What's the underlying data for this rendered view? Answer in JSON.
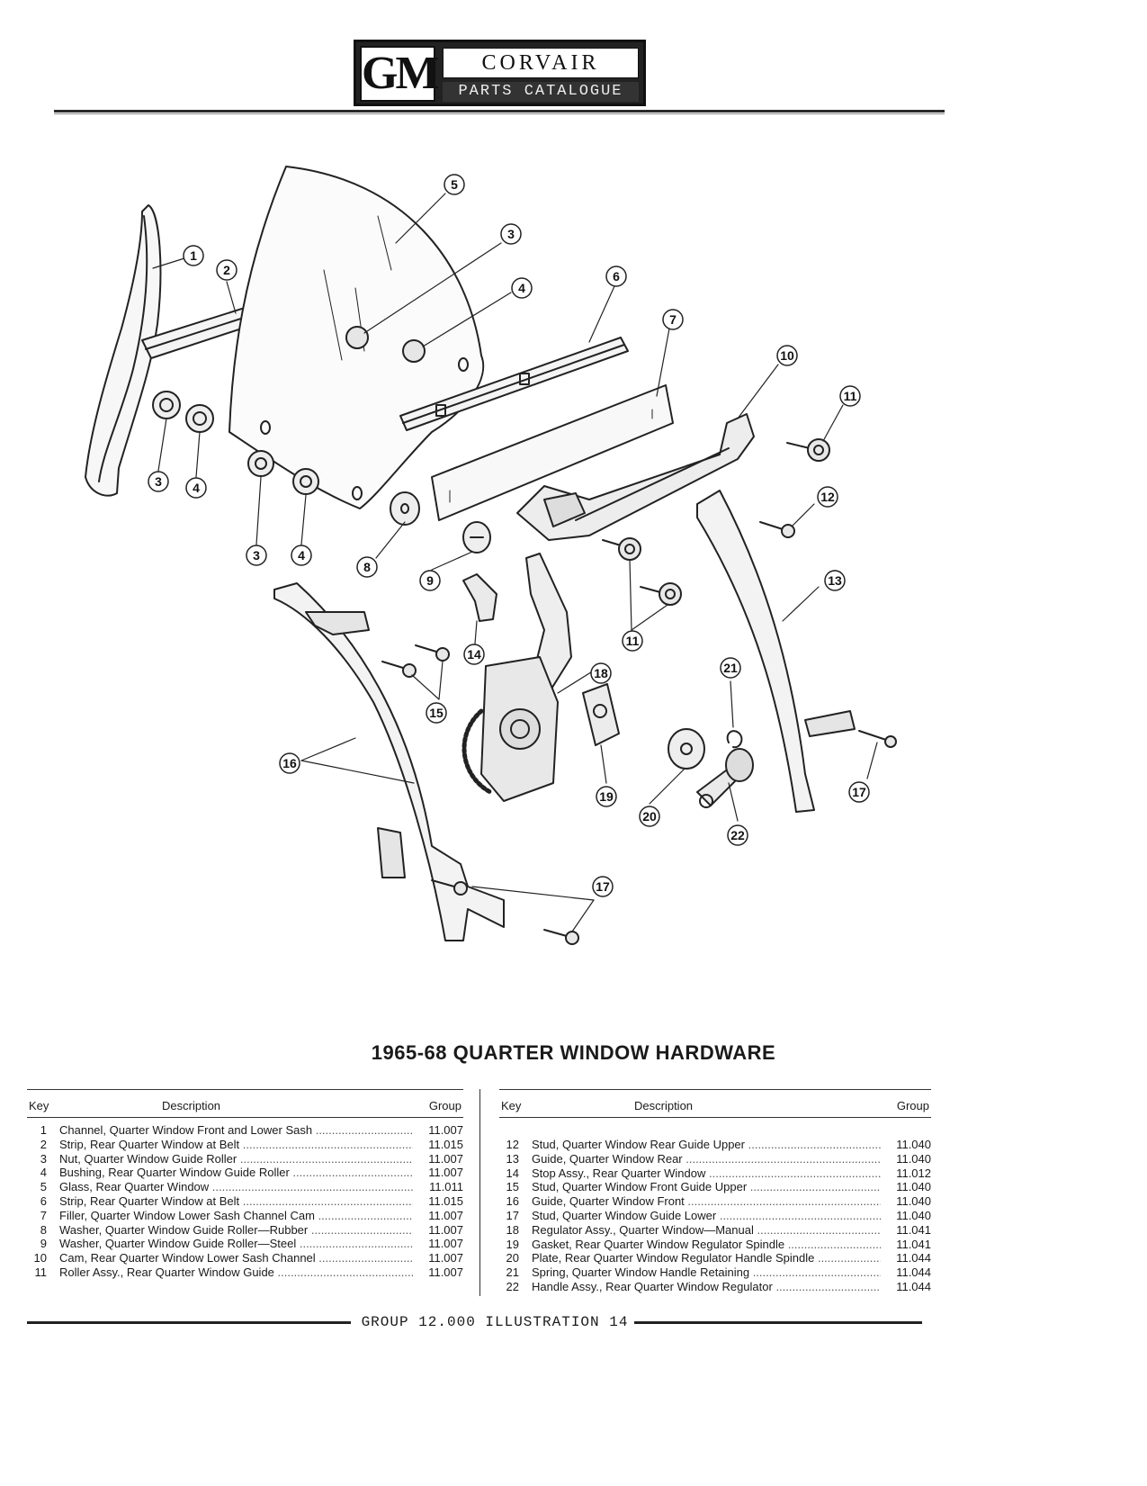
{
  "header": {
    "logo_text": "GM",
    "brand": "CORVAIR",
    "subtitle": "PARTS CATALOGUE"
  },
  "title": "1965-68 QUARTER WINDOW HARDWARE",
  "table_headers": {
    "key": "Key",
    "description": "Description",
    "group": "Group"
  },
  "parts_left": [
    {
      "key": "1",
      "desc": "Channel, Quarter Window Front and Lower Sash",
      "group": "11.007"
    },
    {
      "key": "2",
      "desc": "Strip, Rear Quarter Window at Belt",
      "group": "11.015"
    },
    {
      "key": "3",
      "desc": "Nut, Quarter Window Guide Roller",
      "group": "11.007"
    },
    {
      "key": "4",
      "desc": "Bushing, Rear Quarter Window Guide Roller",
      "group": "11.007"
    },
    {
      "key": "5",
      "desc": "Glass, Rear Quarter Window",
      "group": "11.011"
    },
    {
      "key": "6",
      "desc": "Strip, Rear Quarter Window at Belt",
      "group": "11.015"
    },
    {
      "key": "7",
      "desc": "Filler, Quarter Window Lower Sash Channel Cam",
      "group": "11.007"
    },
    {
      "key": "8",
      "desc": "Washer, Quarter Window Guide Roller—Rubber",
      "group": "11.007"
    },
    {
      "key": "9",
      "desc": "Washer, Quarter Window Guide Roller—Steel",
      "group": "11.007"
    },
    {
      "key": "10",
      "desc": "Cam, Rear Quarter Window Lower Sash Channel",
      "group": "11.007"
    },
    {
      "key": "11",
      "desc": "Roller Assy., Rear Quarter Window Guide",
      "group": "11.007"
    }
  ],
  "parts_right": [
    {
      "key": "12",
      "desc": "Stud, Quarter Window Rear Guide Upper",
      "group": "11.040"
    },
    {
      "key": "13",
      "desc": "Guide, Quarter Window Rear",
      "group": "11.040"
    },
    {
      "key": "14",
      "desc": "Stop Assy., Rear Quarter Window",
      "group": "11.012"
    },
    {
      "key": "15",
      "desc": "Stud, Quarter Window Front Guide Upper",
      "group": "11.040"
    },
    {
      "key": "16",
      "desc": "Guide, Quarter Window Front",
      "group": "11.040"
    },
    {
      "key": "17",
      "desc": "Stud, Quarter Window Guide Lower",
      "group": "11.040"
    },
    {
      "key": "18",
      "desc": "Regulator Assy., Quarter Window—Manual",
      "group": "11.041"
    },
    {
      "key": "19",
      "desc": "Gasket, Rear Quarter Window Regulator Spindle",
      "group": "11.041"
    },
    {
      "key": "20",
      "desc": "Plate, Rear Quarter Window Regulator Handle Spindle",
      "group": "11.044"
    },
    {
      "key": "21",
      "desc": "Spring, Quarter Window Handle Retaining",
      "group": "11.044"
    },
    {
      "key": "22",
      "desc": "Handle Assy., Rear Quarter Window Regulator",
      "group": "11.044"
    }
  ],
  "callouts": [
    "1",
    "2",
    "3",
    "4",
    "3",
    "4",
    "3",
    "4",
    "5",
    "6",
    "7",
    "8",
    "9",
    "10",
    "11",
    "11",
    "12",
    "13",
    "14",
    "15",
    "16",
    "17",
    "17",
    "18",
    "19",
    "20",
    "21",
    "22"
  ],
  "footer": "GROUP 12.000 ILLUSTRATION 14"
}
